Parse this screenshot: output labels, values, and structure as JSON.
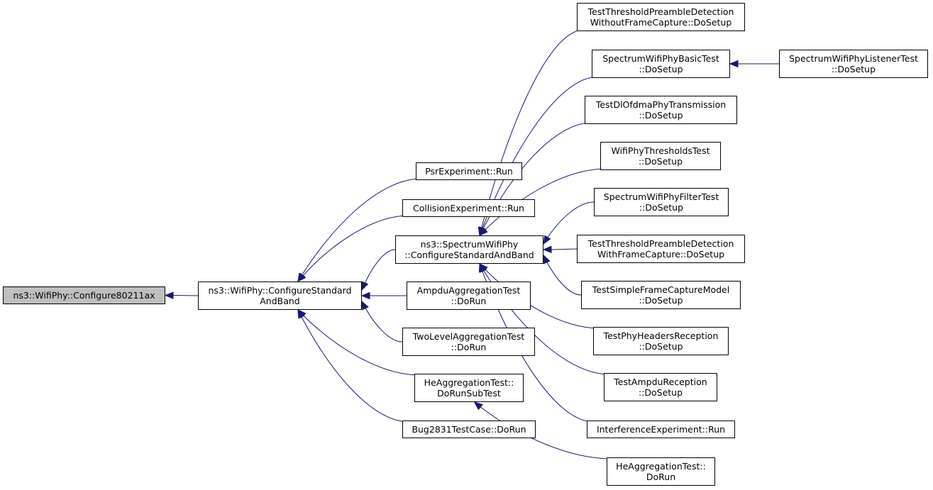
{
  "root": {
    "id": "n0",
    "lines": [
      "ns3::WifiPhy::Configure80211ax"
    ]
  },
  "nodes": [
    {
      "id": "n1",
      "lines": [
        "ns3::WifiPhy::ConfigureStandard",
        "AndBand"
      ]
    },
    {
      "id": "n2",
      "lines": [
        "PsrExperiment::Run"
      ]
    },
    {
      "id": "n3",
      "lines": [
        "CollisionExperiment::Run"
      ]
    },
    {
      "id": "n4",
      "lines": [
        "ns3::SpectrumWifiPhy",
        "::ConfigureStandardAndBand"
      ]
    },
    {
      "id": "n5",
      "lines": [
        "AmpduAggregationTest",
        "::DoRun"
      ]
    },
    {
      "id": "n6",
      "lines": [
        "TwoLevelAggregationTest",
        "::DoRun"
      ]
    },
    {
      "id": "n7",
      "lines": [
        "HeAggregationTest::",
        "DoRunSubTest"
      ]
    },
    {
      "id": "n8",
      "lines": [
        "Bug2831TestCase::DoRun"
      ]
    },
    {
      "id": "n9",
      "lines": [
        "TestThresholdPreambleDetection",
        "WithoutFrameCapture::DoSetup"
      ]
    },
    {
      "id": "n10",
      "lines": [
        "SpectrumWifiPhyBasicTest",
        "::DoSetup"
      ]
    },
    {
      "id": "n11",
      "lines": [
        "TestDlOfdmaPhyTransmission",
        "::DoSetup"
      ]
    },
    {
      "id": "n12",
      "lines": [
        "WifiPhyThresholdsTest",
        "::DoSetup"
      ]
    },
    {
      "id": "n13",
      "lines": [
        "SpectrumWifiPhyFilterTest",
        "::DoSetup"
      ]
    },
    {
      "id": "n14",
      "lines": [
        "TestThresholdPreambleDetection",
        "WithFrameCapture::DoSetup"
      ]
    },
    {
      "id": "n15",
      "lines": [
        "TestSimpleFrameCaptureModel",
        "::DoSetup"
      ]
    },
    {
      "id": "n16",
      "lines": [
        "TestPhyHeadersReception",
        "::DoSetup"
      ]
    },
    {
      "id": "n17",
      "lines": [
        "TestAmpduReception",
        "::DoSetup"
      ]
    },
    {
      "id": "n18",
      "lines": [
        "InterferenceExperiment::Run"
      ]
    },
    {
      "id": "n19",
      "lines": [
        "HeAggregationTest::",
        "DoRun"
      ]
    },
    {
      "id": "n20",
      "lines": [
        "SpectrumWifiPhyListenerTest",
        "::DoSetup"
      ]
    }
  ],
  "edges": [
    {
      "from": "n1",
      "to": "n0"
    },
    {
      "from": "n2",
      "to": "n1"
    },
    {
      "from": "n3",
      "to": "n1"
    },
    {
      "from": "n4",
      "to": "n1"
    },
    {
      "from": "n5",
      "to": "n1"
    },
    {
      "from": "n6",
      "to": "n1"
    },
    {
      "from": "n7",
      "to": "n1"
    },
    {
      "from": "n8",
      "to": "n1"
    },
    {
      "from": "n9",
      "to": "n4"
    },
    {
      "from": "n10",
      "to": "n4"
    },
    {
      "from": "n11",
      "to": "n4"
    },
    {
      "from": "n12",
      "to": "n4"
    },
    {
      "from": "n13",
      "to": "n4"
    },
    {
      "from": "n14",
      "to": "n4"
    },
    {
      "from": "n15",
      "to": "n4"
    },
    {
      "from": "n16",
      "to": "n4"
    },
    {
      "from": "n17",
      "to": "n4"
    },
    {
      "from": "n18",
      "to": "n4"
    },
    {
      "from": "n19",
      "to": "n7"
    },
    {
      "from": "n20",
      "to": "n10"
    }
  ],
  "colors": {
    "edge": "#191970",
    "root_fill": "#bfbfbf",
    "node_fill": "#ffffff",
    "border": "#000000"
  }
}
